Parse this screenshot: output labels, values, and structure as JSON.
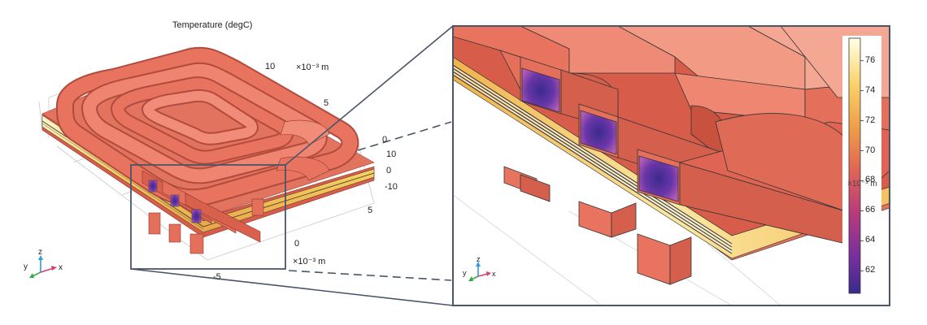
{
  "title": "Temperature (degC)",
  "unit_label": "×10⁻³ m",
  "axis_ticks": {
    "top_axis": [
      "10",
      "5",
      "0"
    ],
    "z_axis": [
      "10",
      "0",
      "-10"
    ],
    "front_axis": [
      "5",
      "0",
      "-5"
    ]
  },
  "triad_labels": {
    "z": "z",
    "y": "y",
    "x": "x"
  },
  "colorbar": {
    "ticks": [
      "76",
      "74",
      "72",
      "70",
      "68",
      "66",
      "64",
      "62"
    ],
    "min": 60.5,
    "max": 77.5,
    "colors": [
      "#ffffe8",
      "#f9d26a",
      "#ee9b48",
      "#e06455",
      "#b83c7a",
      "#7a2f9e",
      "#3a2a8c"
    ]
  },
  "zoom_partial_label": "×10⁻³ m",
  "colors": {
    "coil": "#e06453",
    "coil_top": "#ef8a76",
    "coil_dark": "#b44c3e",
    "frame": "#4a5668"
  }
}
